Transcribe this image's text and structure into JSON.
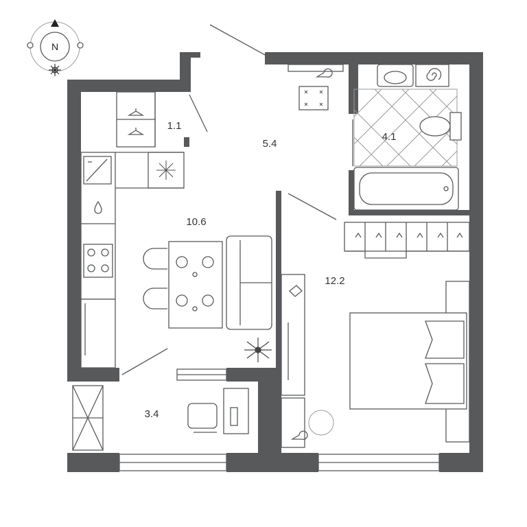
{
  "compass": {
    "letter": "N"
  },
  "rooms": {
    "wardrobe": {
      "area": "1.1"
    },
    "hall": {
      "area": "5.4"
    },
    "bathroom": {
      "area": "4.1"
    },
    "kitchen_living": {
      "area": "10.6"
    },
    "bedroom": {
      "area": "12.2"
    },
    "balcony": {
      "area": "3.4"
    }
  },
  "colors": {
    "walls": "#58595b",
    "lines": "#58595b",
    "background": "#ffffff"
  }
}
